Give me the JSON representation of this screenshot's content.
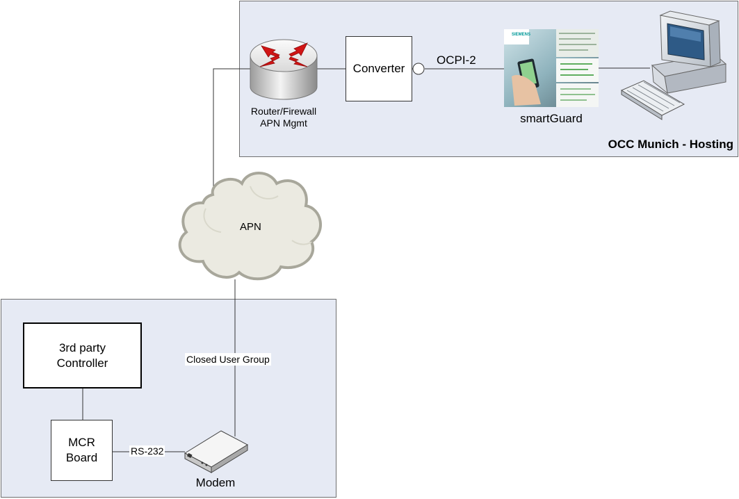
{
  "zones": {
    "occ_title": "OCC Munich - Hosting"
  },
  "nodes": {
    "router_line1": "Router/Firewall",
    "router_line2": "APN Mgmt",
    "converter": "Converter",
    "smartguard": "smartGuard",
    "smartguard_logo": "SIEMENS",
    "apn": "APN",
    "controller_line1": "3rd party",
    "controller_line2": "Controller",
    "mcr_line1": "MCR",
    "mcr_line2": "Board",
    "modem": "Modem"
  },
  "links": {
    "protocol": "OCPI-2",
    "closed_user_group": "Closed User Group",
    "serial": "RS-232"
  },
  "colors": {
    "zone_fill": "#e6eaf4",
    "cloud_fill": "#ebeae1",
    "router_arrow": "#d11515"
  }
}
